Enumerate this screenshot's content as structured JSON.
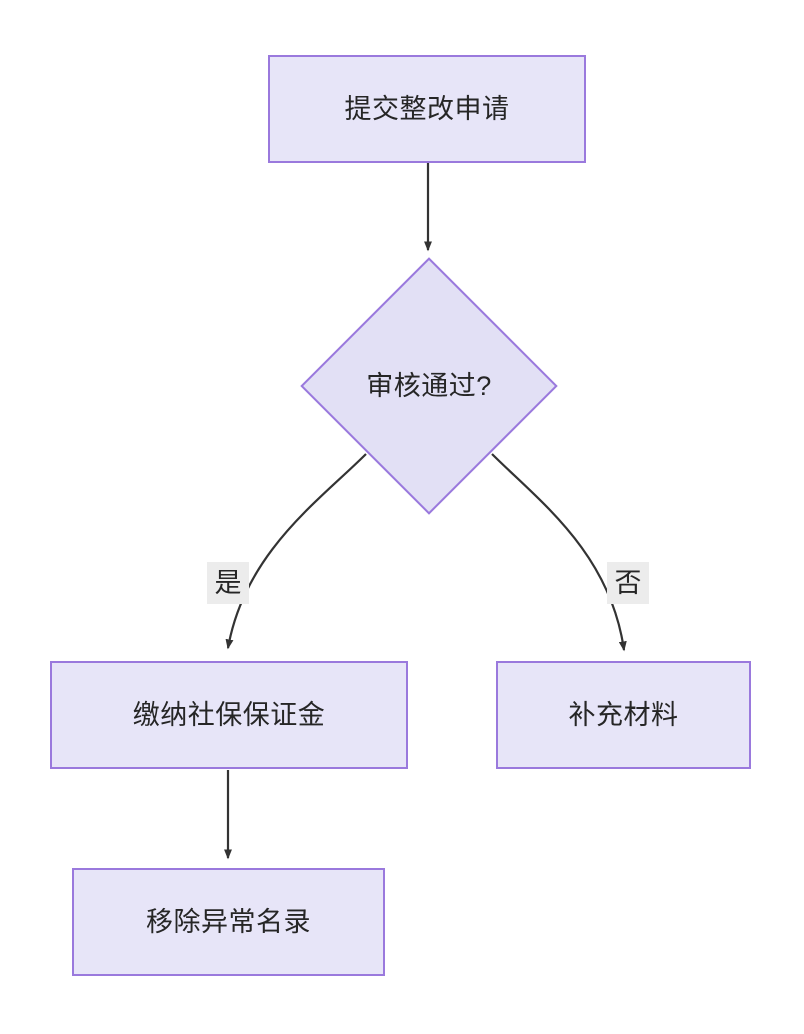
{
  "diagram": {
    "type": "flowchart",
    "direction": "top-down",
    "background_color": "#ffffff",
    "node_fill_color": "#e7e5f8",
    "node_border_color": "#9a79dd",
    "node_text_color": "#262626",
    "edge_color": "#333333",
    "edge_label_background": "#ececec",
    "nodes": [
      {
        "id": "n1",
        "shape": "rect",
        "label": "提交整改申请"
      },
      {
        "id": "n2",
        "shape": "diamond",
        "label": "审核通过?"
      },
      {
        "id": "n3",
        "shape": "rect",
        "label": "缴纳社保保证金"
      },
      {
        "id": "n4",
        "shape": "rect",
        "label": "补充材料"
      },
      {
        "id": "n5",
        "shape": "rect",
        "label": "移除异常名录"
      }
    ],
    "edges": [
      {
        "from": "n1",
        "to": "n2",
        "label": ""
      },
      {
        "from": "n2",
        "to": "n3",
        "label": "是"
      },
      {
        "from": "n2",
        "to": "n4",
        "label": "否"
      },
      {
        "from": "n3",
        "to": "n5",
        "label": ""
      }
    ]
  }
}
